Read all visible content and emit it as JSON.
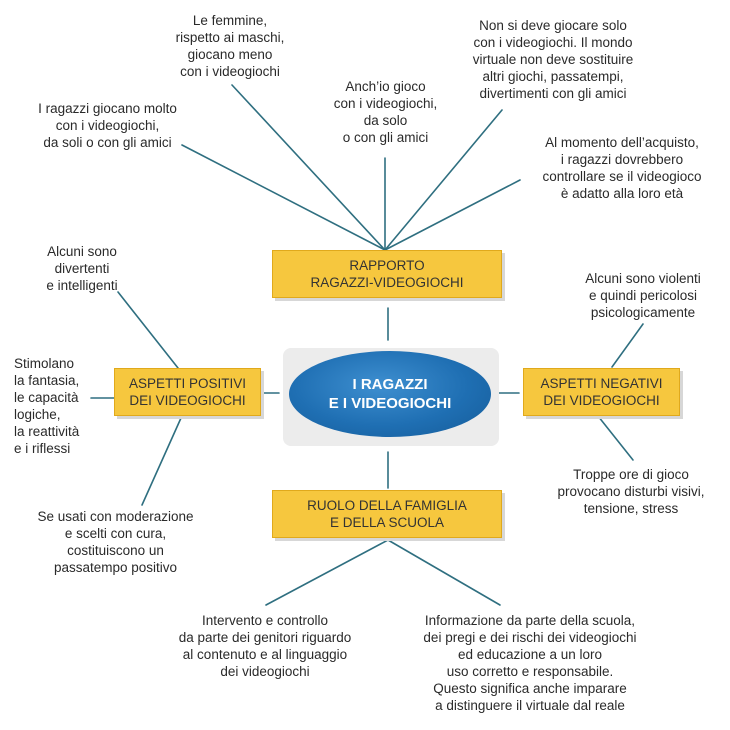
{
  "diagram": {
    "center": "I RAGAZZI\nE I VIDEOGIOCHI",
    "branches": {
      "top": "RAPPORTO\nRAGAZZI-VIDEOGIOCHI",
      "left": "ASPETTI POSITIVI\nDEI VIDEOGIOCHI",
      "right": "ASPETTI NEGATIVI\nDEI VIDEOGIOCHI",
      "bottom": "RUOLO DELLA FAMIGLIA\nE DELLA SCUOLA"
    },
    "top_notes": [
      "I ragazzi giocano molto\ncon i videogiochi,\nda soli o con gli amici",
      "Le femmine,\nrispetto ai maschi,\ngiocano meno\ncon i videogiochi",
      "Anch’io gioco\ncon i videogiochi,\nda solo\no con gli amici",
      "Non si deve giocare solo\ncon i videogiochi. Il mondo\nvirtuale non deve sostituire\naltri giochi, passatempi,\ndivertimenti con gli amici",
      "Al momento dell’acquisto,\ni ragazzi dovrebbero\ncontrollare se il videogioco\nè adatto alla loro età"
    ],
    "left_notes": [
      "Alcuni sono\ndivertenti\ne intelligenti",
      "Stimolano\nla fantasia,\nle capacità\nlogiche,\nla reattività\ne i riflessi",
      "Se usati con moderazione\ne scelti con cura,\ncostituiscono un\npassatempo positivo"
    ],
    "right_notes": [
      "Alcuni sono violenti\ne quindi pericolosi\npsicologicamente",
      "Troppe ore di gioco\nprovocano disturbi visivi,\ntensione, stress"
    ],
    "bottom_notes": [
      "Intervento e controllo\nda parte dei genitori riguardo\nal contenuto e al linguaggio\ndei videogiochi",
      "Informazione da parte della scuola,\ndei pregi e dei rischi dei videogiochi\ned educazione a un loro\nuso corretto e responsabile.\nQuesto significa anche imparare\na distinguere il virtuale dal reale"
    ]
  },
  "colors": {
    "connector": "#2f6f80",
    "box_fill": "#f6c73e",
    "hub_fill": "#1f6fb3"
  }
}
